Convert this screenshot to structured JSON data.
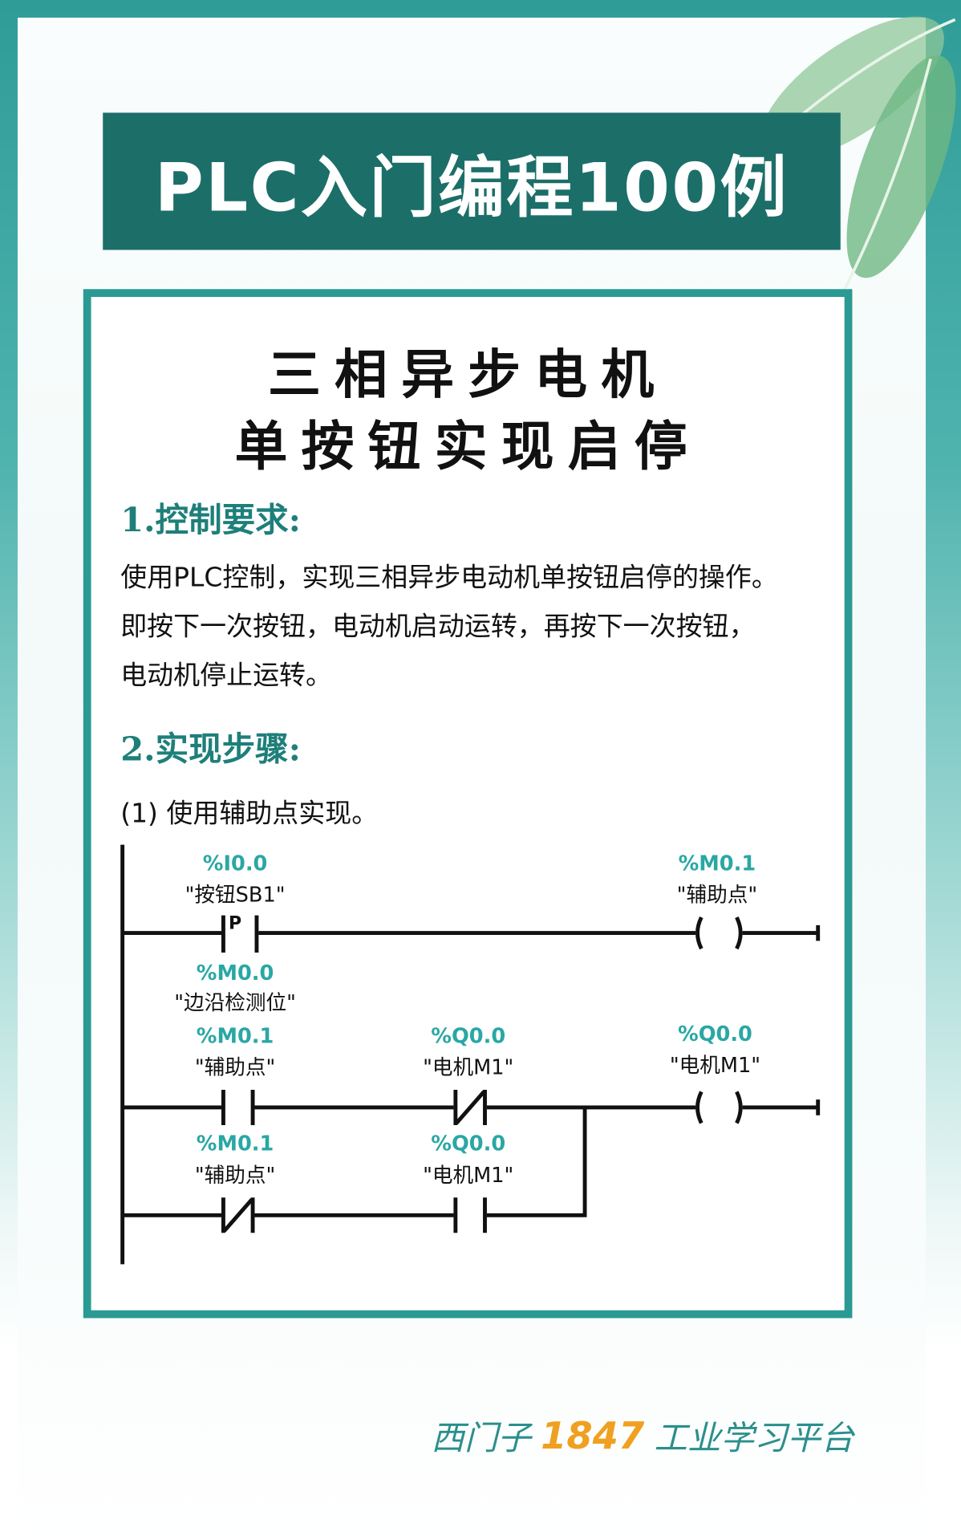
{
  "banner": {
    "title": "PLC入门编程100例"
  },
  "heading": {
    "line1": "三相异步电机",
    "line2": "单按钮实现启停"
  },
  "section1": {
    "title": "1.控制要求:",
    "lines": [
      "使用PLC控制，实现三相异步电动机单按钮启停的操作。",
      "即按下一次按钮，电动机启动运转，再按下一次按钮，",
      "电动机停止运转。"
    ]
  },
  "section2": {
    "title": "2.实现步骤:",
    "step1": "(1) 使用辅助点实现。"
  },
  "ladder": {
    "rung1": {
      "contact_addr": "%I0.0",
      "contact_name": "\"按钮SB1\"",
      "contact_type": "P",
      "coil_addr": "%M0.1",
      "coil_name": "\"辅助点\"",
      "edge_addr": "%M0.0",
      "edge_name": "\"边沿检测位\""
    },
    "rung2": {
      "c1_addr": "%M0.1",
      "c1_name": "\"辅助点\"",
      "c2_addr": "%Q0.0",
      "c2_name": "\"电机M1\"",
      "coil_addr": "%Q0.0",
      "coil_name": "\"电机M1\""
    },
    "rung3": {
      "c1_addr": "%M0.1",
      "c1_name": "\"辅助点\"",
      "c2_addr": "%Q0.0",
      "c2_name": "\"电机M1\""
    }
  },
  "footer": {
    "brand_left": "西门子",
    "brand_num": "1847",
    "brand_right": "工业学习平台"
  },
  "colors": {
    "teal": "#2a9a93",
    "banner": "#1c6e69",
    "address": "#2aa7a4"
  }
}
